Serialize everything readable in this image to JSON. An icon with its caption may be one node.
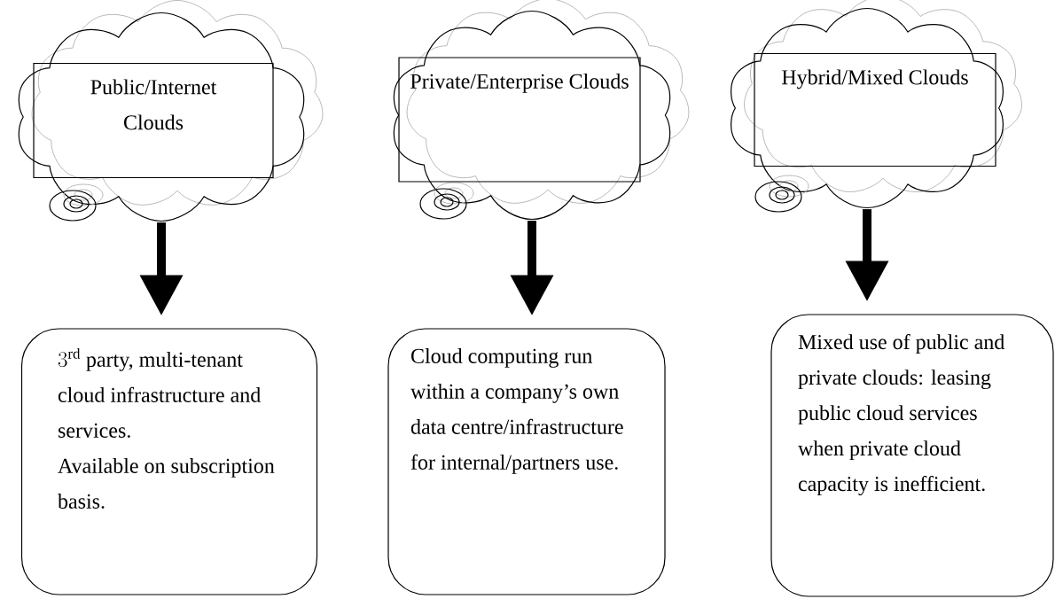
{
  "diagram": {
    "nodes": [
      {
        "text": [],
        "shape": "cloud"
      },
      {
        "text": [
          "Public/Internet Clouds"
        ],
        "in": 0
      },
      {
        "text": [
          "3^{\\mathrm{rd}}",
          "party, multi-tenant cloud infrastructure and services.",
          "Available on subscription basis."
        ]
      },
      {
        "text": [],
        "shape": "cloud"
      },
      {
        "text": [
          "Private/Enterprise Clouds"
        ],
        "in": 3
      },
      {
        "text": [
          "Cloud computing run within a company’s own data centre/infrastructure for internal/partners use."
        ]
      },
      {
        "text": [],
        "shape": "cloud"
      },
      {
        "text": [
          "Hybrid/Mixed Clouds"
        ],
        "in": 6
      },
      {
        "text": [
          "Mixed use of public and private clouds: leasing public cloud services when private cloud capacity is inefficient."
        ]
      }
    ],
    "edges": [
      {
        "from": 0,
        "to": 2,
        "arrow": "to"
      },
      {
        "from": 3,
        "to": 5,
        "arrow": "to"
      },
      {
        "from": 6,
        "to": 8,
        "arrow": "to"
      }
    ]
  }
}
